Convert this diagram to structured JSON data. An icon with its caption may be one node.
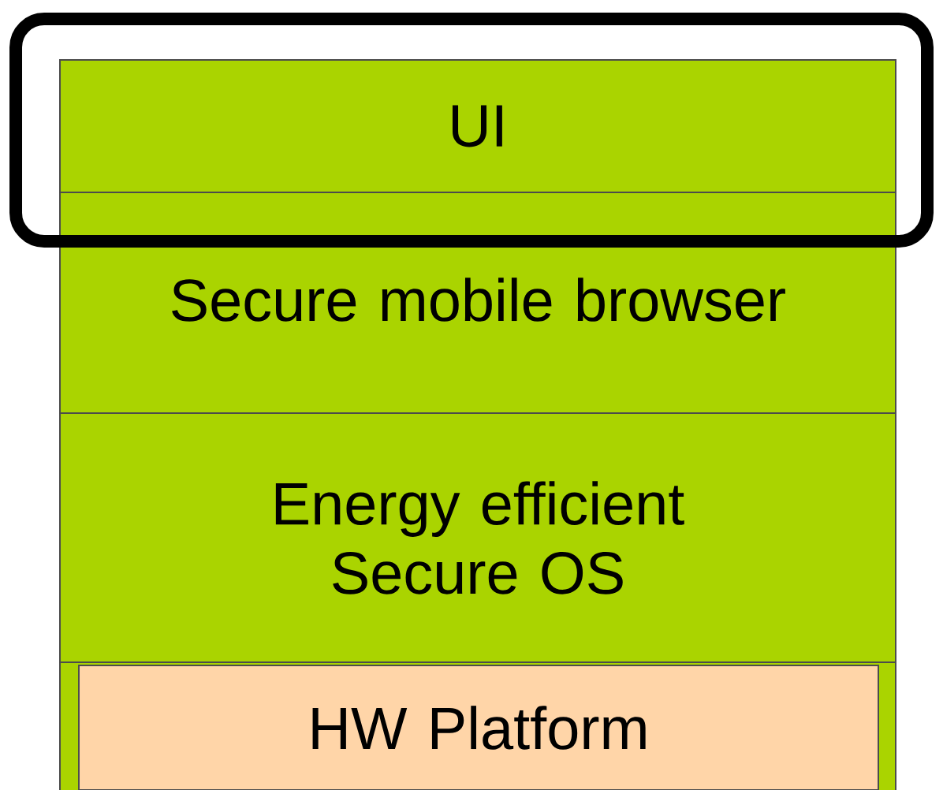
{
  "diagram": {
    "nodes": [
      {
        "text": [
          "UI"
        ]
      },
      {
        "text": [
          "Secure mobile browser"
        ]
      },
      {
        "text": [
          "Energy efficient Secure OS"
        ]
      },
      {
        "text": [
          "HW Platform"
        ]
      }
    ]
  }
}
